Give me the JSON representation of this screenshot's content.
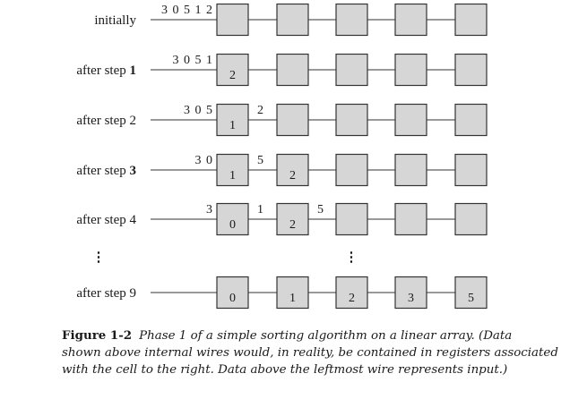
{
  "rows": [
    {
      "label": "initially",
      "step": "",
      "input": "3 0 5 1 2",
      "cells": [
        "",
        "",
        "",
        "",
        ""
      ],
      "wires": [
        "",
        "",
        "",
        ""
      ]
    },
    {
      "label": "after step ",
      "step": "1",
      "step_bold": true,
      "input": "3 0 5 1",
      "cells": [
        "2",
        "",
        "",
        "",
        ""
      ],
      "wires": [
        "",
        "",
        "",
        ""
      ]
    },
    {
      "label": "after step ",
      "step": "2",
      "step_bold": false,
      "input": "3 0 5",
      "cells": [
        "1",
        "",
        "",
        "",
        ""
      ],
      "wires": [
        "2",
        "",
        "",
        ""
      ]
    },
    {
      "label": "after step ",
      "step": "3",
      "step_bold": true,
      "input": "3 0",
      "cells": [
        "1",
        "2",
        "",
        "",
        ""
      ],
      "wires": [
        "5",
        "",
        "",
        ""
      ]
    },
    {
      "label": "after step ",
      "step": "4",
      "step_bold": false,
      "input": "3",
      "cells": [
        "0",
        "2",
        "",
        "",
        ""
      ],
      "wires": [
        "1",
        "5",
        "",
        ""
      ]
    },
    {
      "label": "after step ",
      "step": "9",
      "step_bold": false,
      "input": "",
      "cells": [
        "0",
        "1",
        "2",
        "3",
        "5"
      ],
      "wires": [
        "",
        "",
        "",
        ""
      ]
    }
  ],
  "ellipsis": "⋮",
  "caption": {
    "figure_label": "Figure 1-2",
    "lines": [
      "Phase 1 of a simple sorting algorithm on a linear array. (Data",
      "shown above internal wires would, in reality, be contained in registers associated",
      "with the cell to the right. Data above the leftmost wire represents input.)"
    ]
  }
}
